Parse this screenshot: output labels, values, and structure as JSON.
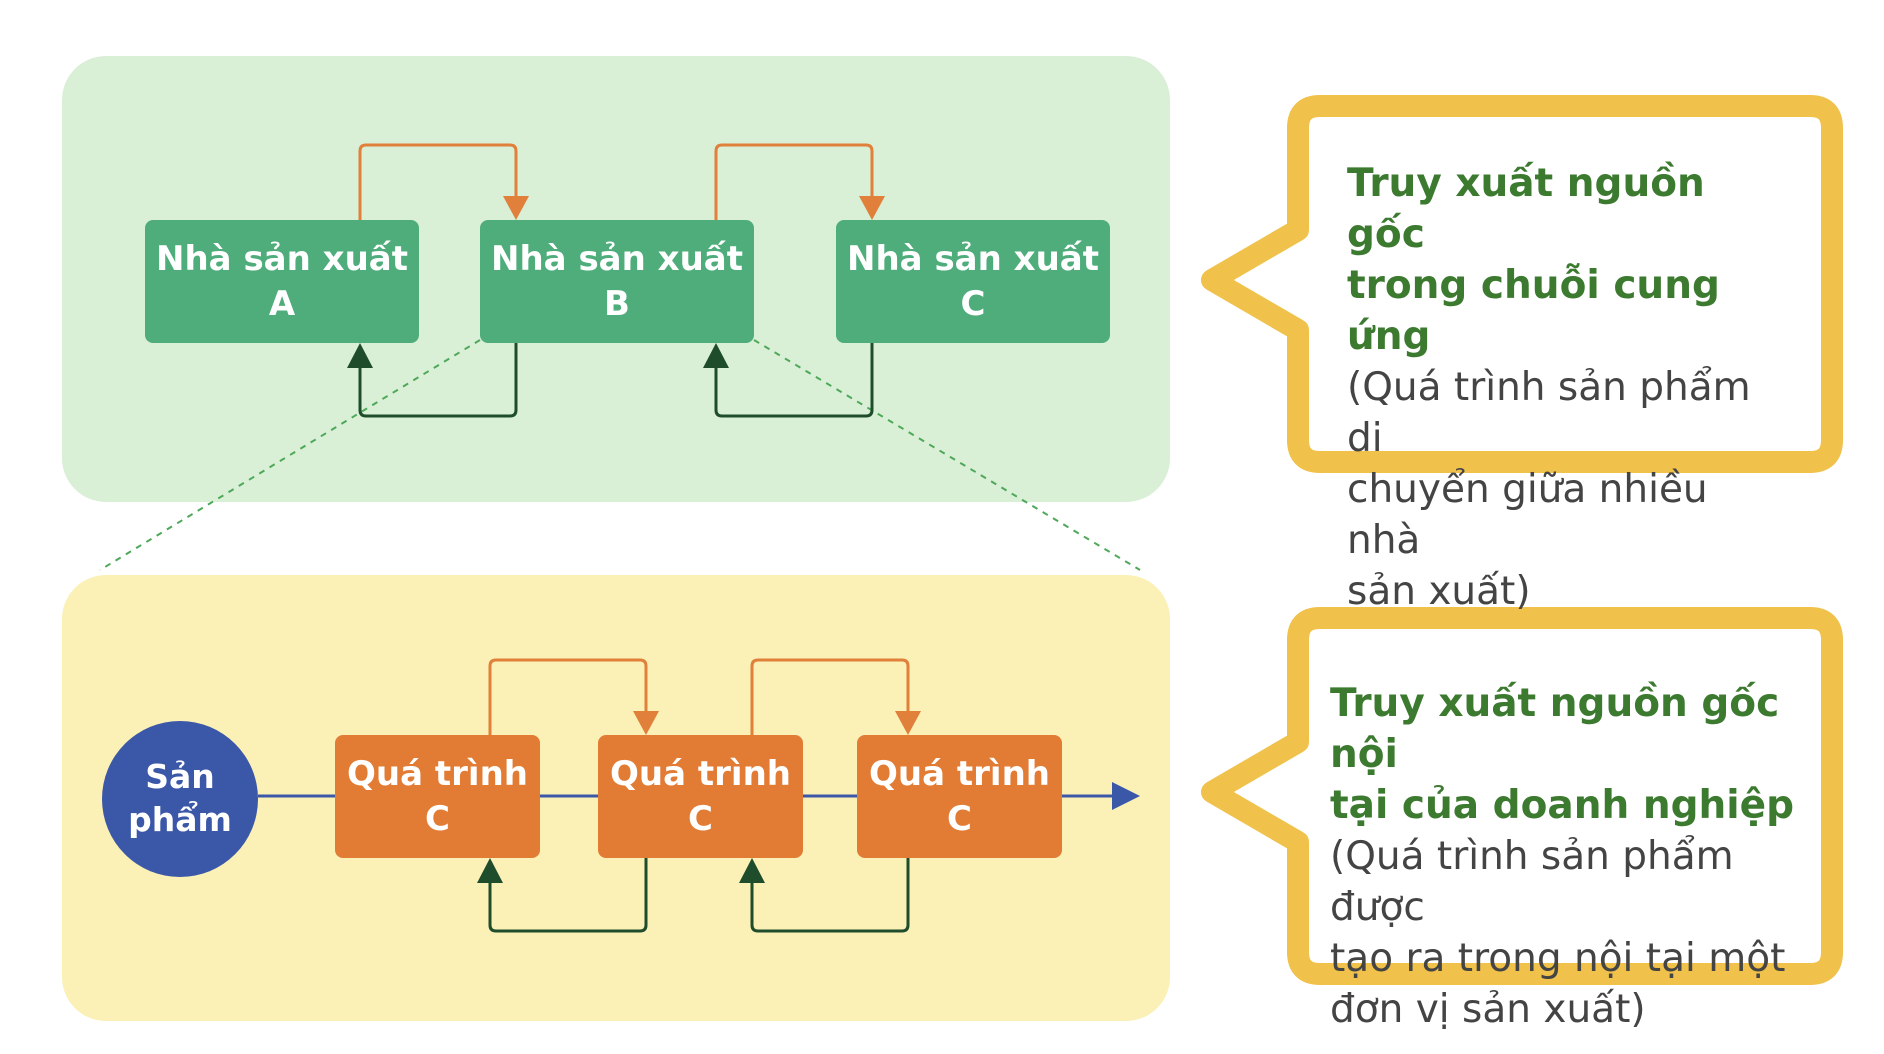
{
  "colors": {
    "panel_top": "#d9f0d6",
    "panel_bottom": "#fbf0b6",
    "producer_box": "#4fad7c",
    "process_box": "#e27b34",
    "product_circle": "#3b57a8",
    "forward_arrow": "#e0803a",
    "back_arrow": "#1f4d2c",
    "flow_line": "#3b57a8",
    "callout_border": "#f0c14b",
    "callout_title": "#3c7a30"
  },
  "top": {
    "producers": [
      {
        "line1": "Nhà sản xuất",
        "line2": "A"
      },
      {
        "line1": "Nhà sản xuất",
        "line2": "B"
      },
      {
        "line1": "Nhà sản xuất",
        "line2": "C"
      }
    ]
  },
  "bottom": {
    "product": {
      "line1": "Sản",
      "line2": "phẩm"
    },
    "processes": [
      {
        "line1": "Quá trình",
        "line2": "C"
      },
      {
        "line1": "Quá trình",
        "line2": "C"
      },
      {
        "line1": "Quá trình",
        "line2": "C"
      }
    ]
  },
  "callouts": {
    "top": {
      "title_line1": "Truy xuất nguồn gốc",
      "title_line2": "trong chuỗi cung ứng",
      "desc_lines": [
        "(Quá trình sản phẩm di",
        "chuyển giữa nhiều nhà",
        "sản xuất)"
      ]
    },
    "bottom": {
      "title_line1": "Truy xuất nguồn gốc nội",
      "title_line2": "tại của doanh nghiệp",
      "desc_lines": [
        "(Quá trình sản phẩm được",
        "tạo ra trong nội tại một",
        "đơn vị sản xuất)"
      ]
    }
  }
}
